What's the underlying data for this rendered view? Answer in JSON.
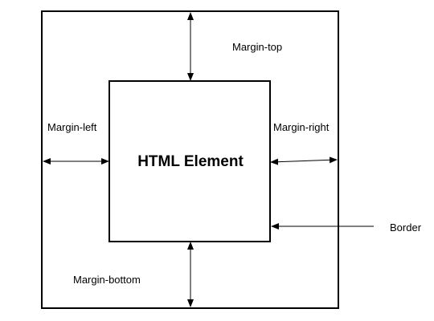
{
  "diagram": {
    "element_label": "HTML Element",
    "margin_top_label": "Margin-top",
    "margin_right_label": "Margin-right",
    "margin_bottom_label": "Margin-bottom",
    "margin_left_label": "Margin-left",
    "border_label": "Border"
  },
  "colors": {
    "stroke": "#000000",
    "background": "#ffffff"
  }
}
